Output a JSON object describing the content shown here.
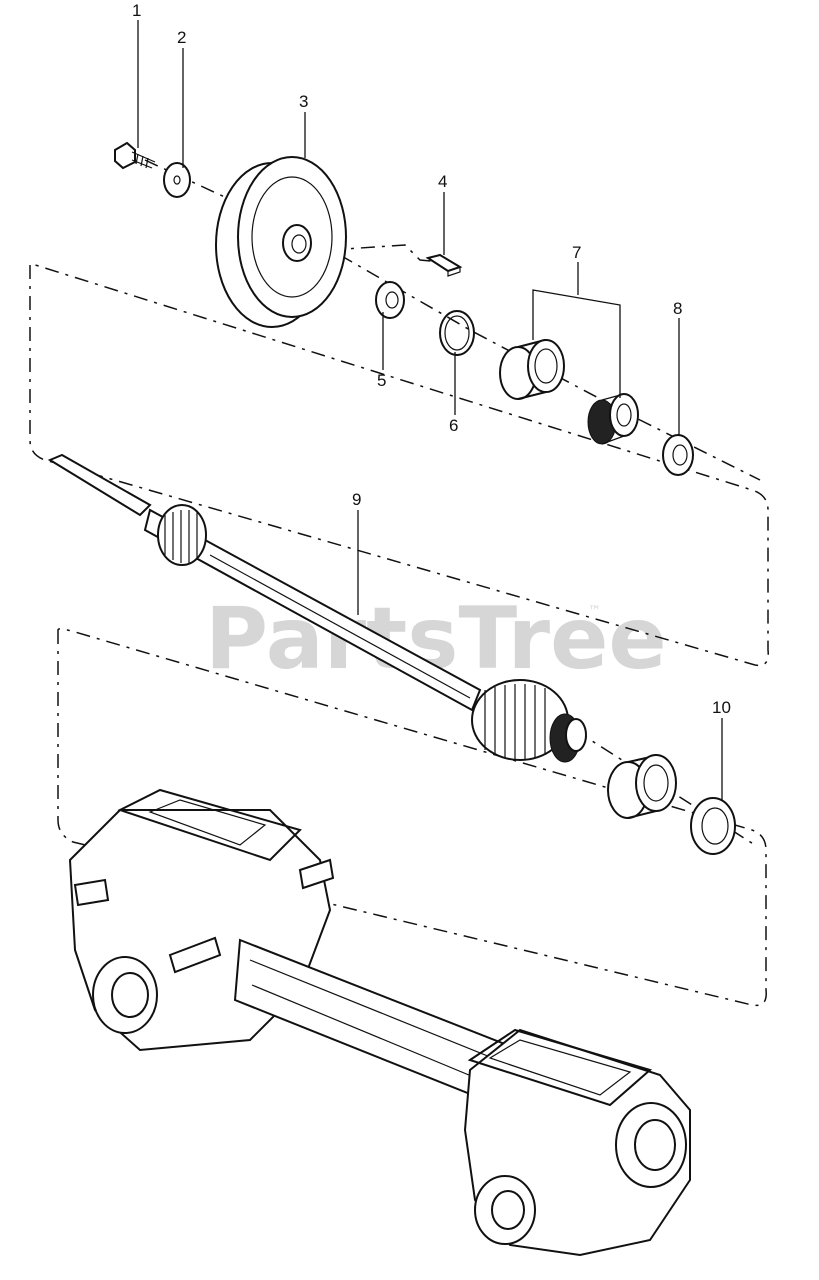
{
  "watermark": {
    "text": "PartsTree",
    "trademark": "™"
  },
  "callouts": {
    "c1": "1",
    "c2": "2",
    "c3": "3",
    "c4": "4",
    "c5": "5",
    "c6": "6",
    "c7": "7",
    "c8": "8",
    "c9": "9",
    "c10": "10"
  }
}
